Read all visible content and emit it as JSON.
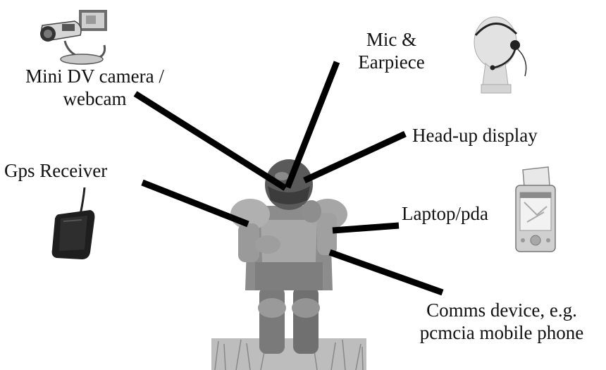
{
  "labels": {
    "camera_line1": "Mini DV camera /",
    "camera_line2": "webcam",
    "mic_line1": "Mic &",
    "mic_line2": "Earpiece",
    "hud": "Head-up display",
    "gps": "Gps Receiver",
    "laptop": "Laptop/pda",
    "comms_line1": "Comms device, e.g.",
    "comms_line2": "pcmcia mobile phone"
  },
  "icons": {
    "camera": "webcam-camera-icon",
    "headset": "mannequin-headset-icon",
    "gps": "gps-receiver-icon",
    "pda": "pda-device-icon",
    "soldier": "armored-soldier-figure"
  },
  "colors": {
    "line": "#000000",
    "text": "#111111",
    "background": "#ffffff"
  }
}
